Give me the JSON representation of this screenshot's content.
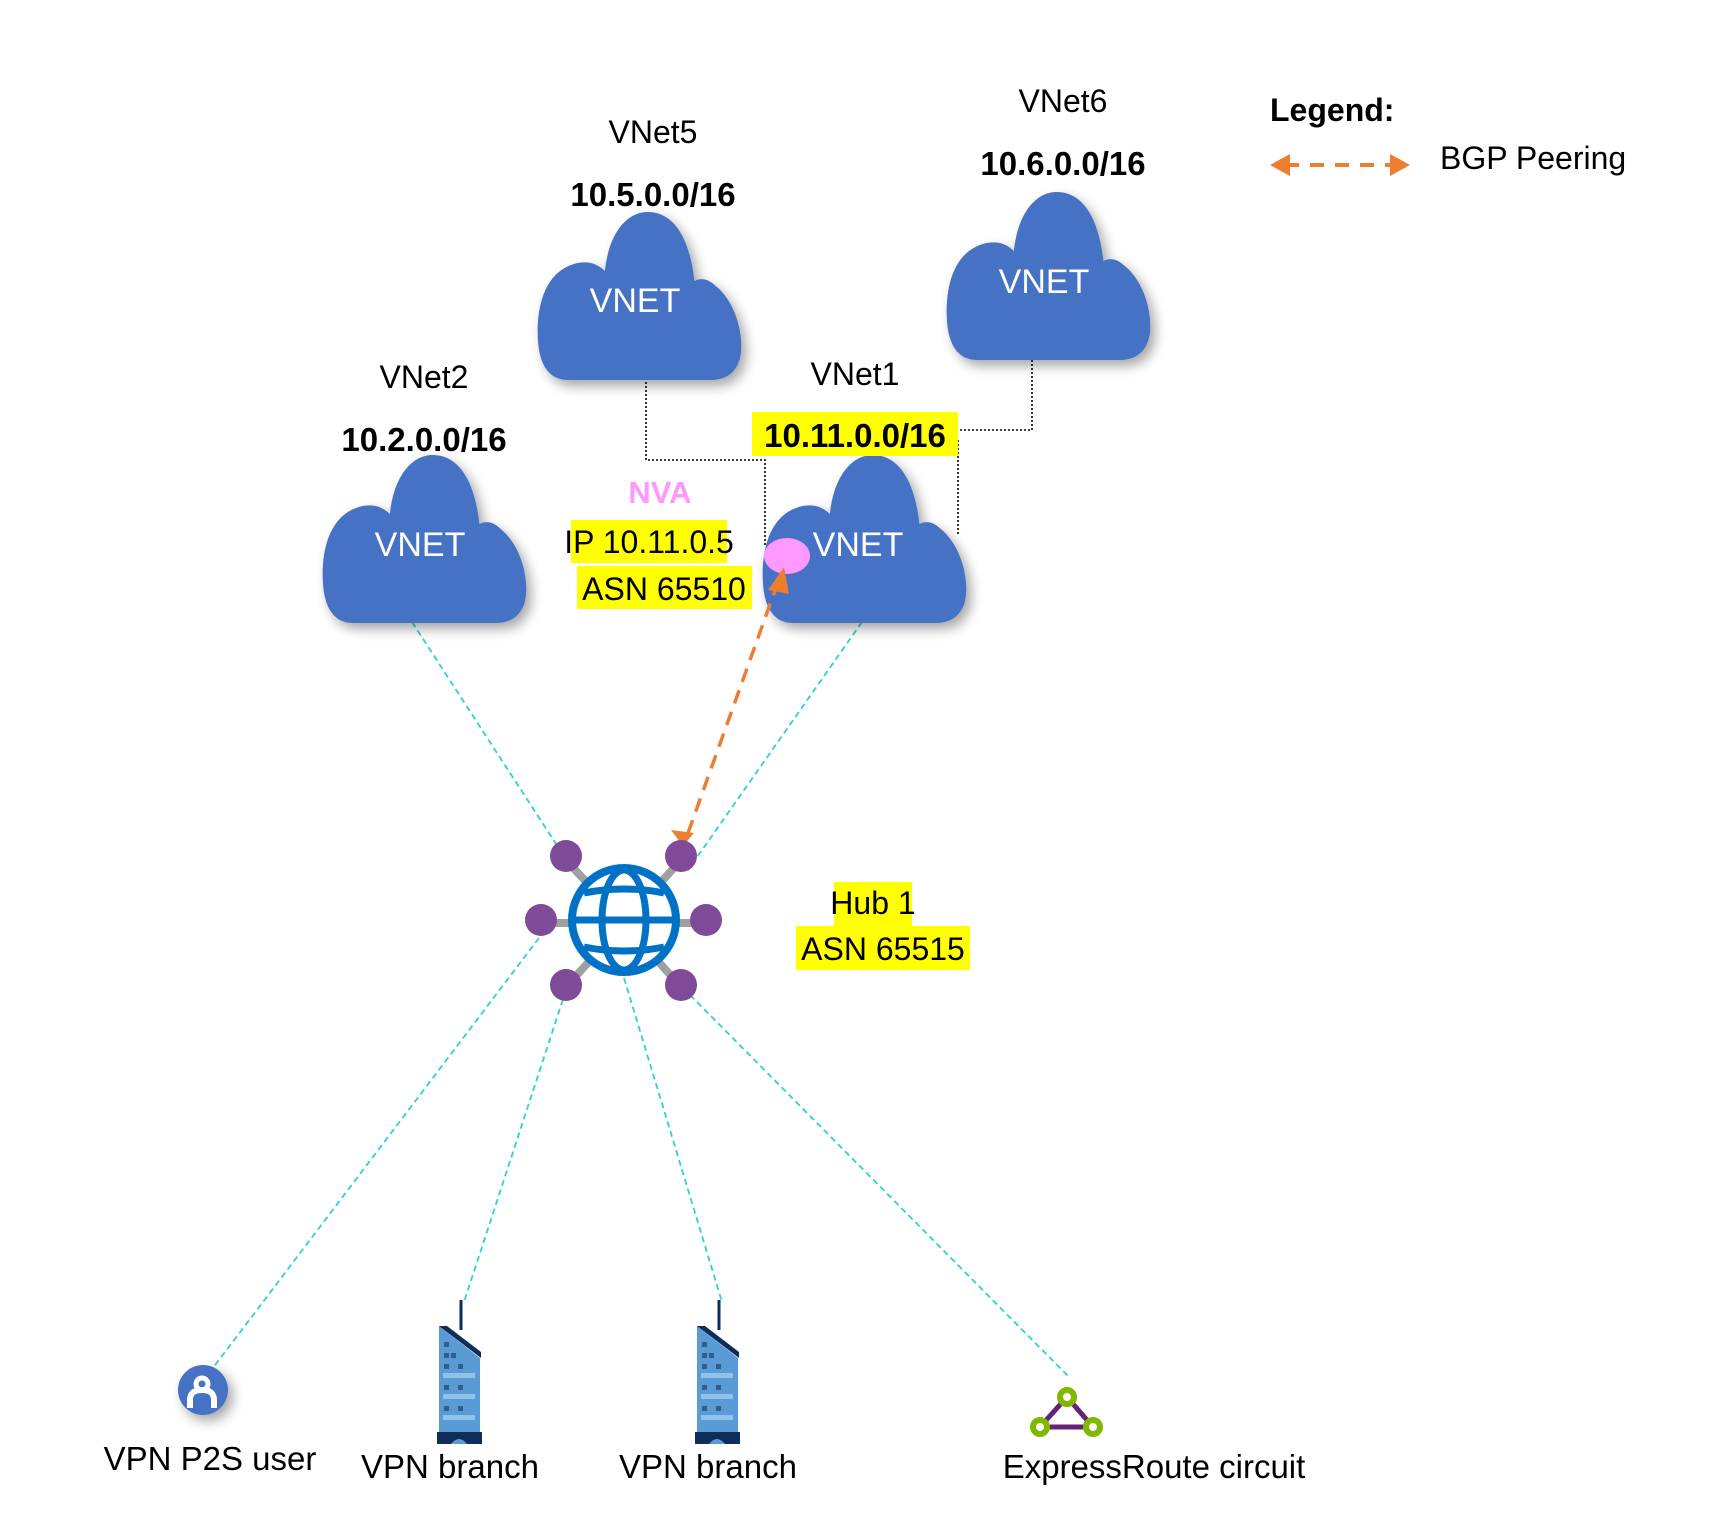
{
  "legend": {
    "title": "Legend:",
    "items": [
      {
        "label": "BGP Peering",
        "symbol": "orange-dashed-double-arrow",
        "color": "#ED7D31"
      }
    ]
  },
  "colors": {
    "cloud": "#4472C4",
    "highlight": "#FFFF00",
    "nva": "#FF99FF",
    "bgp": "#ED7D31",
    "connection": "#2ED3C6",
    "hub_globe": "#0072C6",
    "hub_node": "#7F4A97",
    "hub_spoke": "#A0A0A0"
  },
  "vnets": [
    {
      "id": "vnet5",
      "name": "VNet5",
      "cidr": "10.5.0.0/16",
      "cloud_label": "VNET",
      "highlighted": false
    },
    {
      "id": "vnet6",
      "name": "VNet6",
      "cidr": "10.6.0.0/16",
      "cloud_label": "VNET",
      "highlighted": false
    },
    {
      "id": "vnet2",
      "name": "VNet2",
      "cidr": "10.2.0.0/16",
      "cloud_label": "VNET",
      "highlighted": false
    },
    {
      "id": "vnet1",
      "name": "VNet1",
      "cidr": "10.11.0.0/16",
      "cloud_label": "VNET",
      "highlighted": true
    }
  ],
  "nva": {
    "title": "NVA",
    "ip": "IP 10.11.0.5",
    "asn": "ASN 65510"
  },
  "hub": {
    "name": "Hub 1",
    "asn": "ASN 65515",
    "icon": "globe-hub-icon"
  },
  "endpoints": [
    {
      "id": "p2s",
      "label": "VPN P2S user",
      "icon": "vpn-user-icon"
    },
    {
      "id": "branch1",
      "label": "VPN branch",
      "icon": "building-icon"
    },
    {
      "id": "branch2",
      "label": "VPN branch",
      "icon": "building-icon"
    },
    {
      "id": "er",
      "label": "ExpressRoute circuit",
      "icon": "expressroute-icon"
    }
  ],
  "connections": [
    {
      "from": "vnet2",
      "to": "hub",
      "style": "teal-dashed"
    },
    {
      "from": "vnet1",
      "to": "hub",
      "style": "teal-dashed"
    },
    {
      "from": "hub",
      "to": "p2s",
      "style": "teal-dashed"
    },
    {
      "from": "hub",
      "to": "branch1",
      "style": "teal-dashed"
    },
    {
      "from": "hub",
      "to": "branch2",
      "style": "teal-dashed"
    },
    {
      "from": "hub",
      "to": "er",
      "style": "teal-dashed"
    },
    {
      "from": "vnet5",
      "to": "vnet1",
      "style": "black-dotted"
    },
    {
      "from": "vnet6",
      "to": "vnet1",
      "style": "black-dotted"
    },
    {
      "from": "nva",
      "to": "hub",
      "style": "bgp-peering"
    }
  ]
}
